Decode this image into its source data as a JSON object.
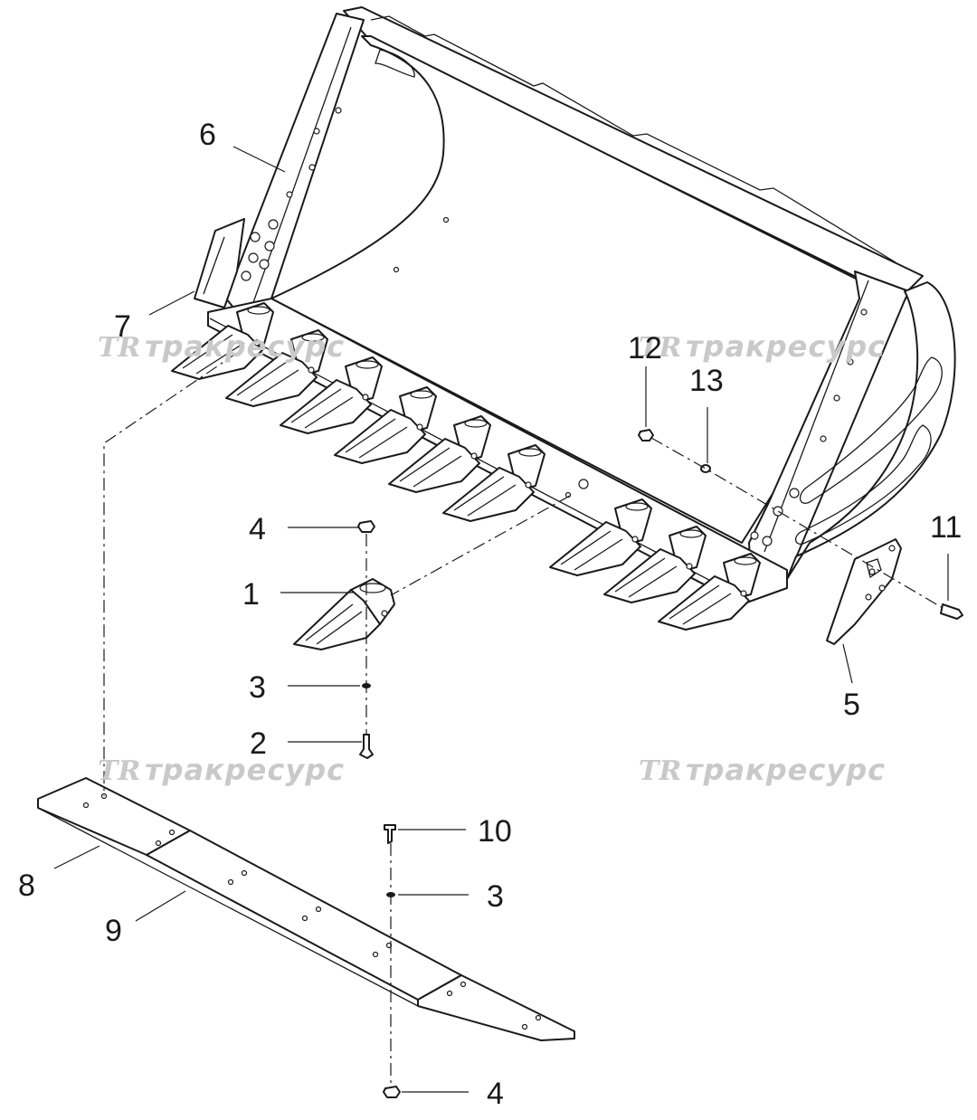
{
  "diagram": {
    "callouts": [
      {
        "id": "c1",
        "label": "1"
      },
      {
        "id": "c2",
        "label": "2"
      },
      {
        "id": "c3a",
        "label": "3"
      },
      {
        "id": "c3b",
        "label": "3"
      },
      {
        "id": "c4a",
        "label": "4"
      },
      {
        "id": "c4b",
        "label": "4"
      },
      {
        "id": "c5",
        "label": "5"
      },
      {
        "id": "c6",
        "label": "6"
      },
      {
        "id": "c7",
        "label": "7"
      },
      {
        "id": "c8",
        "label": "8"
      },
      {
        "id": "c9",
        "label": "9"
      },
      {
        "id": "c10",
        "label": "10"
      },
      {
        "id": "c11",
        "label": "11"
      },
      {
        "id": "c12",
        "label": "12"
      },
      {
        "id": "c13",
        "label": "13"
      }
    ],
    "watermark": {
      "logo": "TR",
      "text": "тракресурс"
    },
    "colors": {
      "line": "#1a1a1a",
      "watermark": "#c9c9c9",
      "background": "#ffffff"
    }
  }
}
